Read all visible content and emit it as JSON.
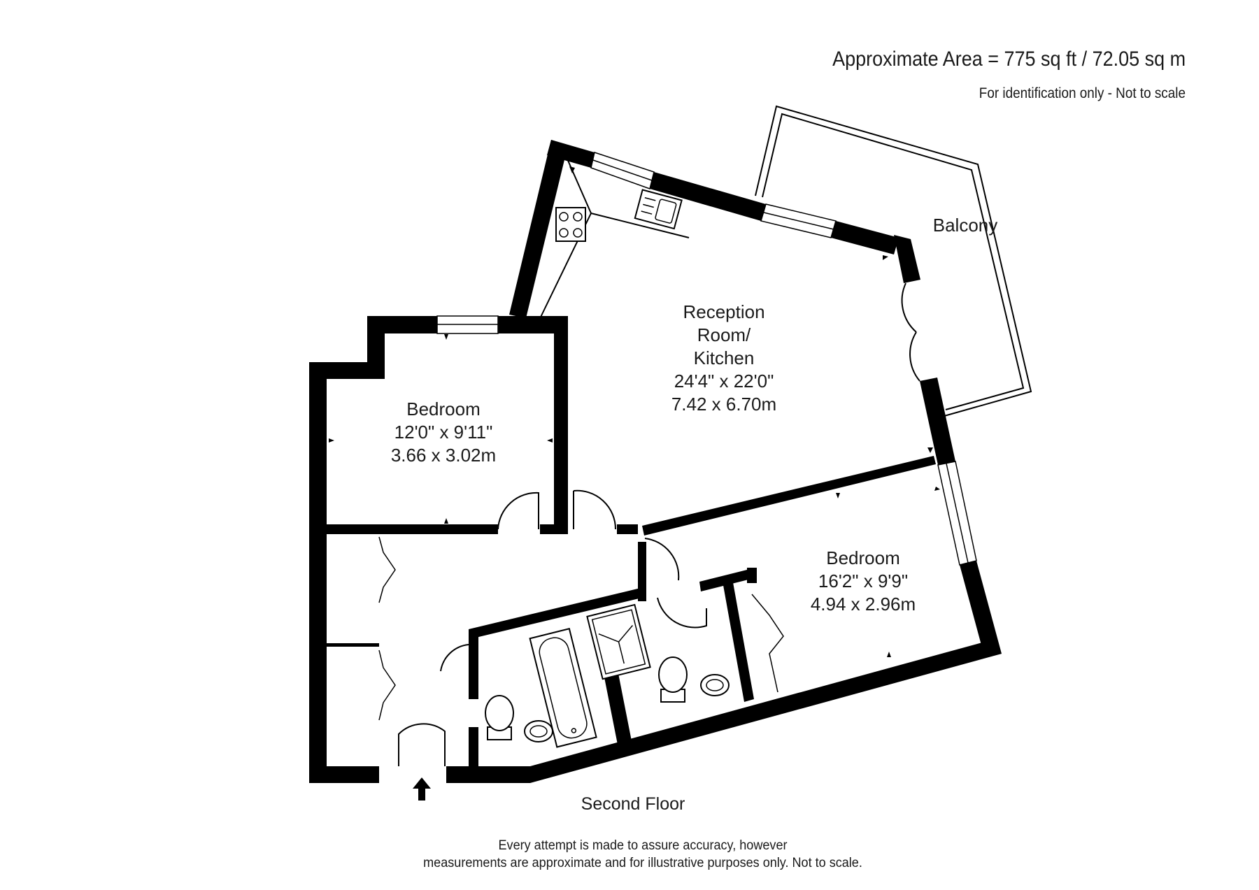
{
  "header": {
    "area": "Approximate Area = 775 sq ft / 72.05 sq m",
    "note": "For identification only - Not to scale"
  },
  "rooms": {
    "balcony": {
      "name": "Balcony"
    },
    "reception": {
      "line1": "Reception",
      "line2": "Room/",
      "line3": "Kitchen",
      "imperial": "24'4\" x 22'0\"",
      "metric": "7.42 x 6.70m"
    },
    "bedroom1": {
      "name": "Bedroom",
      "imperial": "12'0\" x 9'11\"",
      "metric": "3.66 x 3.02m"
    },
    "bedroom2": {
      "name": "Bedroom",
      "imperial": "16'2\" x 9'9\"",
      "metric": "4.94 x 2.96m"
    }
  },
  "floor_label": "Second Floor",
  "disclaimer": {
    "line1": "Every attempt is made to assure accuracy, however",
    "line2": "measurements are approximate and for illustrative purposes only. Not to scale."
  },
  "icons": [
    "entrance-arrow-icon",
    "hob-icon",
    "sink-icon",
    "bath-icon",
    "shower-icon",
    "toilet-icon",
    "basin-icon"
  ]
}
